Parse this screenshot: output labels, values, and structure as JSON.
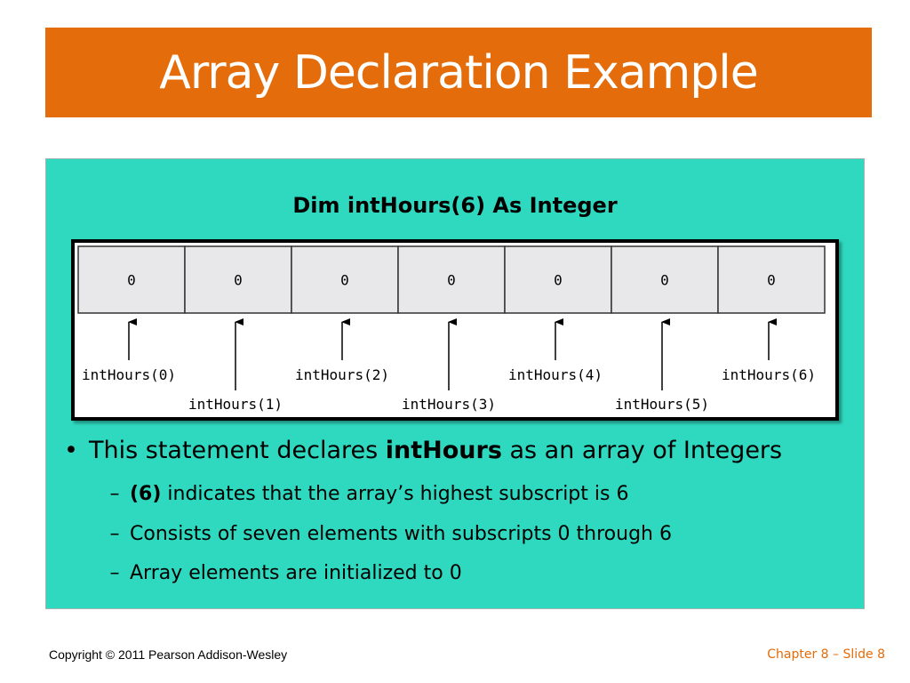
{
  "slide": {
    "title": "Array Declaration Example",
    "code_line": "Dim intHours(6) As Integer",
    "cells": [
      "0",
      "0",
      "0",
      "0",
      "0",
      "0",
      "0"
    ],
    "cell_labels": [
      "intHours(0)",
      "intHours(1)",
      "intHours(2)",
      "intHours(3)",
      "intHours(4)",
      "intHours(5)",
      "intHours(6)"
    ],
    "bullet": {
      "marker": "•",
      "text_before": "This statement declares ",
      "bold": "intHours",
      "text_after": " as an array of Integers"
    },
    "sub_bullets": [
      {
        "bold": "(6)",
        "text": " indicates that the array’s highest subscript is 6"
      },
      {
        "bold": "",
        "text": "Consists of seven elements with subscripts 0 through 6"
      },
      {
        "bold": "",
        "text": "Array elements are initialized to 0"
      }
    ],
    "dash": "–"
  },
  "footer": {
    "copyright": "Copyright © 2011 Pearson Addison-Wesley",
    "slide_number": "Chapter 8 – Slide 8"
  },
  "colors": {
    "title_bg": "#e46c0a",
    "content_bg": "#2fd9bf",
    "cell_fill": "#e8e8ea",
    "footer_accent": "#e46c0a"
  }
}
